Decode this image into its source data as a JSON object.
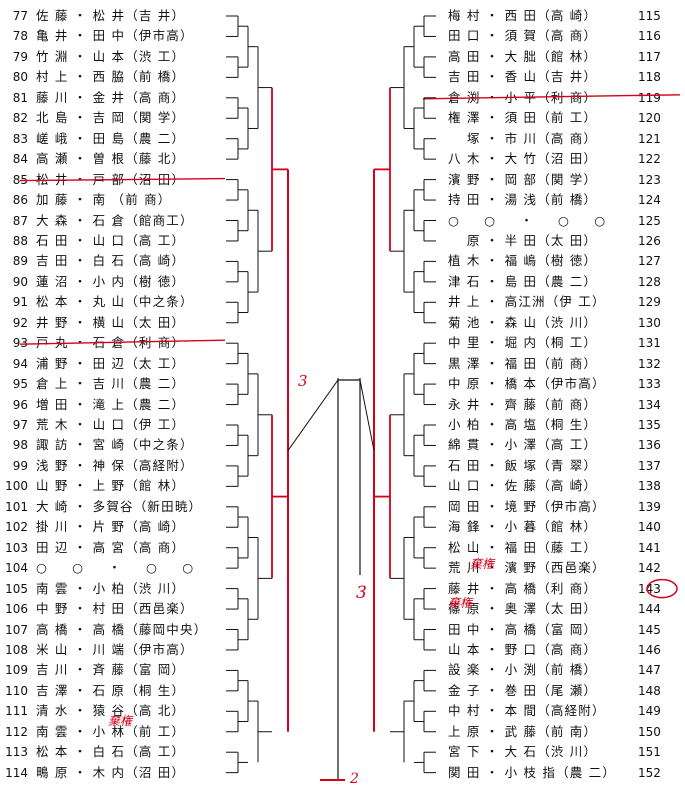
{
  "left_entries": [
    {
      "num": "77",
      "text": "佐 藤 ・ 松 井（吉 井）"
    },
    {
      "num": "78",
      "text": "亀 井 ・ 田 中（伊市高）"
    },
    {
      "num": "79",
      "text": "竹 淵 ・ 山 本（渋 工）"
    },
    {
      "num": "80",
      "text": "村 上 ・ 西 脇（前 橋）"
    },
    {
      "num": "81",
      "text": "藤 川 ・ 金 井（高 商）"
    },
    {
      "num": "82",
      "text": "北 島 ・ 吉 岡（関 学）"
    },
    {
      "num": "83",
      "text": "嵯 峨 ・ 田 島（農 二）"
    },
    {
      "num": "84",
      "text": "高 瀬 ・ 曽 根（藤 北）"
    },
    {
      "num": "85",
      "text": "松 井 ・ 戸 部（沼 田）"
    },
    {
      "num": "86",
      "text": "加 藤 ・ 南 （前 商）"
    },
    {
      "num": "87",
      "text": "大 森 ・ 石 倉（館商工）"
    },
    {
      "num": "88",
      "text": "石 田 ・ 山 口（高 工）"
    },
    {
      "num": "89",
      "text": "吉 田 ・ 白 石（高 崎）"
    },
    {
      "num": "90",
      "text": "蓮 沼 ・ 小 内（樹 徳）"
    },
    {
      "num": "91",
      "text": "松 本 ・ 丸 山（中之条）"
    },
    {
      "num": "92",
      "text": "井 野 ・ 横 山（太 田）"
    },
    {
      "num": "93",
      "text": "戸 丸 ・ 石 倉（利 商）"
    },
    {
      "num": "94",
      "text": "浦 野 ・ 田 辺（太 工）"
    },
    {
      "num": "95",
      "text": "倉 上 ・ 吉 川（農 二）"
    },
    {
      "num": "96",
      "text": "増 田 ・ 滝 上（農 二）"
    },
    {
      "num": "97",
      "text": "荒 木 ・ 山 口（伊 工）"
    },
    {
      "num": "98",
      "text": "諏 訪 ・ 宮 崎（中之条）"
    },
    {
      "num": "99",
      "text": "浅 野 ・ 神 保（高経附）"
    },
    {
      "num": "100",
      "text": "山 野 ・ 上 野（館 林）"
    },
    {
      "num": "101",
      "text": "大 崎 ・ 多賀谷（新田暁）"
    },
    {
      "num": "102",
      "text": "掛 川 ・ 片 野（高 崎）"
    },
    {
      "num": "103",
      "text": "田 辺 ・ 高 宮（高 商）"
    },
    {
      "num": "104",
      "text": "○ 　 ○ 　 ・ 　 ○ 　 ○"
    },
    {
      "num": "105",
      "text": "南 雲 ・ 小 柏（渋 川）"
    },
    {
      "num": "106",
      "text": "中 野 ・ 村 田（西邑楽）"
    },
    {
      "num": "107",
      "text": "高 橋 ・ 高 橋（藤岡中央）"
    },
    {
      "num": "108",
      "text": "米 山 ・ 川 端（伊市高）"
    },
    {
      "num": "109",
      "text": "吉 川 ・ 斉 藤（富 岡）"
    },
    {
      "num": "110",
      "text": "吉 澤 ・ 石 原（桐 生）"
    },
    {
      "num": "111",
      "text": "清 水 ・ 猿 谷（高 北）"
    },
    {
      "num": "112",
      "text": "南 雲 ・ 小 林（前 工）"
    },
    {
      "num": "113",
      "text": "松 本 ・ 白 石（高 工）"
    },
    {
      "num": "114",
      "text": "鴫 原 ・ 木 内（沼 田）"
    }
  ],
  "right_entries": [
    {
      "num": "115",
      "text": "梅 村 ・ 西 田（高 崎）"
    },
    {
      "num": "116",
      "text": "田 口 ・ 須 賀（高 商）"
    },
    {
      "num": "117",
      "text": "高 田 ・ 大 朏（館 林）"
    },
    {
      "num": "118",
      "text": "吉 田 ・ 香 山（吉 井）"
    },
    {
      "num": "119",
      "text": "倉 渕 ・ 小 平（利 商）"
    },
    {
      "num": "120",
      "text": "権 澤 ・ 須 田（前 工）"
    },
    {
      "num": "121",
      "text": "　 塚 ・ 市 川（高 商）"
    },
    {
      "num": "122",
      "text": "八 木 ・ 大 竹（沼 田）"
    },
    {
      "num": "123",
      "text": "濱 野 ・ 岡 部（関 学）"
    },
    {
      "num": "124",
      "text": "持 田 ・ 湯 浅（前 橋）"
    },
    {
      "num": "125",
      "text": "○ 　 ○ 　 ・ 　 ○ 　 ○"
    },
    {
      "num": "126",
      "text": "　 原 ・ 半 田（太 田）"
    },
    {
      "num": "127",
      "text": "植 木 ・ 福 嶋（樹 徳）"
    },
    {
      "num": "128",
      "text": "津 石 ・ 島 田（農 二）"
    },
    {
      "num": "129",
      "text": "井 上 ・ 高江洲（伊 工）"
    },
    {
      "num": "130",
      "text": "菊 池 ・ 森 山（渋 川）"
    },
    {
      "num": "131",
      "text": "中 里 ・ 堀 内（桐 工）"
    },
    {
      "num": "132",
      "text": "黒 澤 ・ 福 田（前 商）"
    },
    {
      "num": "133",
      "text": "中 原 ・ 橋 本（伊市高）"
    },
    {
      "num": "134",
      "text": "永 井 ・ 齊 藤（前 商）"
    },
    {
      "num": "135",
      "text": "小 柏 ・ 高 塩（桐 生）"
    },
    {
      "num": "136",
      "text": "綿 貫 ・ 小 澤（高 工）"
    },
    {
      "num": "137",
      "text": "石 田 ・ 飯 塚（青 翠）"
    },
    {
      "num": "138",
      "text": "山 口 ・ 佐 藤（高 崎）"
    },
    {
      "num": "139",
      "text": "岡 田 ・ 境 野（伊市高）"
    },
    {
      "num": "140",
      "text": "海 鋒 ・ 小 暮（館 林）"
    },
    {
      "num": "141",
      "text": "松 山 ・ 福 田（藤 工）"
    },
    {
      "num": "142",
      "text": "荒 川 ・ 濱 野（西邑楽）"
    },
    {
      "num": "143",
      "text": "藤 井 ・ 高 橋（利 商）"
    },
    {
      "num": "144",
      "text": "篠 原 ・ 奥 澤（太 田）"
    },
    {
      "num": "145",
      "text": "田 中 ・ 高 橋（富 岡）"
    },
    {
      "num": "146",
      "text": "山 本 ・ 野 口（高 商）"
    },
    {
      "num": "147",
      "text": "設 楽 ・ 小 渕（前 橋）"
    },
    {
      "num": "148",
      "text": "金 子 ・ 巻 田（尾 瀬）"
    },
    {
      "num": "149",
      "text": "中 村 ・ 本 間（高経附）"
    },
    {
      "num": "150",
      "text": "上 原 ・ 武 藤（前 南）"
    },
    {
      "num": "151",
      "text": "宮 下 ・ 大 石（渋 川）"
    },
    {
      "num": "152",
      "text": "関 田 ・ 小 枝 指（農 二）"
    }
  ],
  "handwritten_notes": [
    {
      "text": "3"
    },
    {
      "text": "3"
    },
    {
      "text": "2"
    },
    {
      "text": "棄権"
    },
    {
      "text": "棄権"
    },
    {
      "text": "棄権"
    }
  ]
}
